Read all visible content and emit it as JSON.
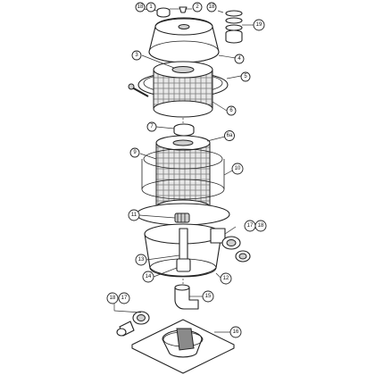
{
  "callouts": {
    "c1": "1",
    "c18a": "18",
    "c2": "2",
    "c18b": "18",
    "c19": "19",
    "c3": "3",
    "c4": "4",
    "c5": "5",
    "c6": "6",
    "c7": "7",
    "c6a": "6a",
    "c9": "9",
    "c10": "10",
    "c11": "11",
    "c17a": "17",
    "c18c": "18",
    "c13": "13",
    "c14": "14",
    "c12": "12",
    "c15": "15",
    "c18d": "18",
    "c17b": "17",
    "c16": "16"
  }
}
